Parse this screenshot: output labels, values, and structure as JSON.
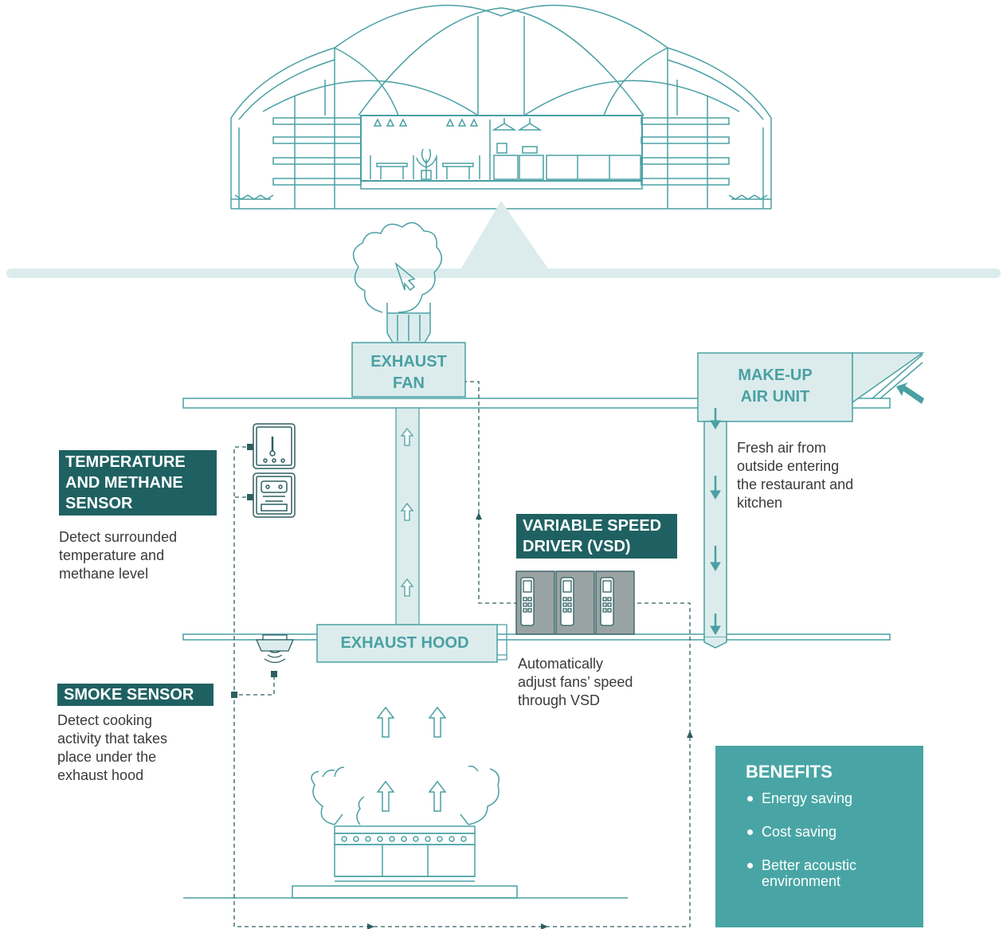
{
  "labels": {
    "exhaust_fan": [
      "EXHAUST",
      "FAN"
    ],
    "makeup_air_unit": [
      "MAKE-UP",
      "AIR UNIT"
    ],
    "exhaust_hood": "EXHAUST HOOD",
    "temperature_sensor": [
      "TEMPERATURE",
      "AND METHANE",
      "SENSOR"
    ],
    "smoke_sensor": "SMOKE SENSOR",
    "vsd": [
      "VARIABLE SPEED",
      "DRIVER (VSD)"
    ]
  },
  "descriptions": {
    "fresh_air": [
      "Fresh air from",
      "outside entering",
      "the restaurant and",
      "kitchen"
    ],
    "temperature": [
      "Detect surrounded",
      "temperature and",
      "methane level"
    ],
    "vsd": [
      "Automatically",
      "adjust fans’ speed",
      "through VSD"
    ],
    "smoke": [
      "Detect cooking",
      "activity that takes",
      "place under the",
      "exhaust hood"
    ]
  },
  "benefits": {
    "title": "BENEFITS",
    "items": [
      "Energy saving",
      "Cost saving",
      "Better acoustic environment"
    ]
  },
  "colors": {
    "teal": "#4aa0a3",
    "teal_light": "#dcecec",
    "dark_teal": "#1f6162",
    "benefit_bg": "#49a5a5",
    "vsd_gray": "#9aa3a4"
  }
}
